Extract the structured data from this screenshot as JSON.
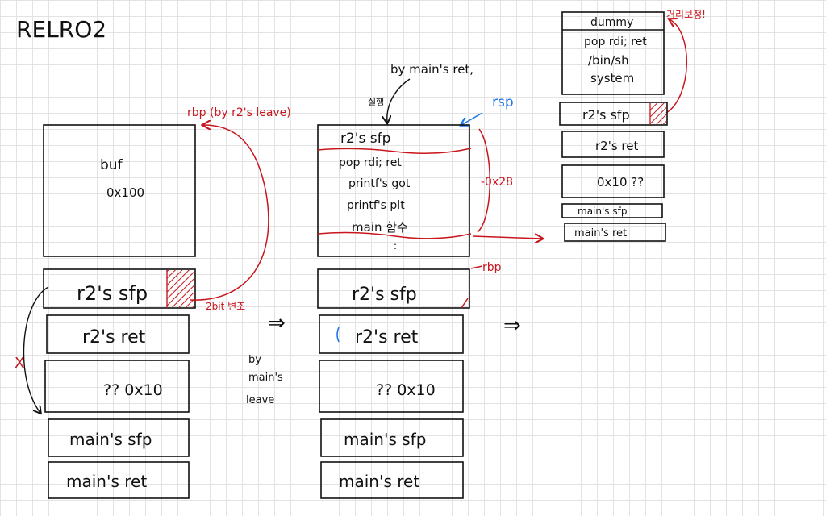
{
  "title": "RELRO2",
  "colors": {
    "ink": "#111111",
    "red": "#c8161d",
    "blue": "#1a73e8",
    "grid": "#e3e3e3"
  },
  "left_stack": {
    "buf_label": "buf",
    "buf_size": "0x100",
    "r2_sfp": "r2's sfp",
    "r2_ret": "r2's ret",
    "unknown": "?? 0x10",
    "main_sfp": "main's sfp",
    "main_ret": "main's ret",
    "note_rbp": "rbp (by r2's leave)",
    "note_overwrite": "2bit 변조",
    "note_x": "X"
  },
  "mid_stack": {
    "by_main_ret": "by main's ret,",
    "executed": "실행",
    "rsp": "rsp",
    "rows": [
      "r2's sfp",
      "pop rdi; ret",
      "printf's got",
      "printf's plt",
      "main 함수",
      ":"
    ],
    "offset": "-0x28",
    "rbp": "rbp",
    "r2_sfp": "r2's sfp",
    "r2_ret": "r2's ret",
    "unknown": "?? 0x10",
    "main_sfp": "main's sfp",
    "main_ret": "main's ret",
    "by_main_leave": [
      "by",
      "main's",
      "leave"
    ]
  },
  "arrows": {
    "first": "⇒",
    "second": "⇒"
  },
  "right_stack": {
    "dummy": "dummy",
    "dummy_note": "거리보정!",
    "payload": [
      "pop rdi; ret",
      "/bin/sh",
      "system"
    ],
    "r2_sfp": "r2's sfp",
    "r2_ret": "r2's ret",
    "unknown": "0x10 ??",
    "main_sfp": "main's sfp",
    "main_ret": "main's ret"
  }
}
